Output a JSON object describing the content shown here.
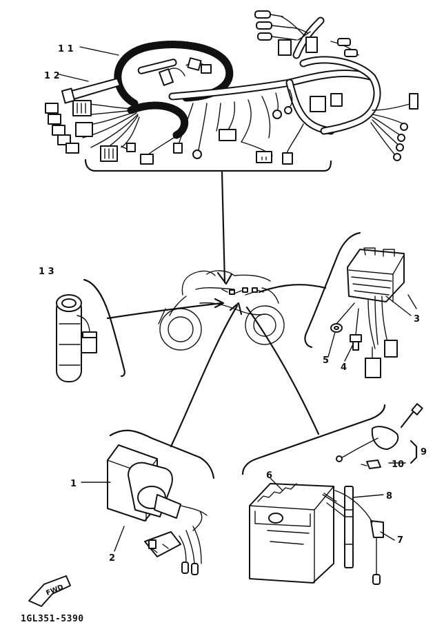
{
  "labels": {
    "p1": "1",
    "p2": "2",
    "p3": "3",
    "p4": "4",
    "p5": "5",
    "p6": "6",
    "p7": "7",
    "p8": "8",
    "p9": "9",
    "p10": "10",
    "p11": "1 1",
    "p12": "1 2",
    "p13": "1 3"
  },
  "direction_tag": "FWD",
  "diagram_code": "1GL351-5390"
}
